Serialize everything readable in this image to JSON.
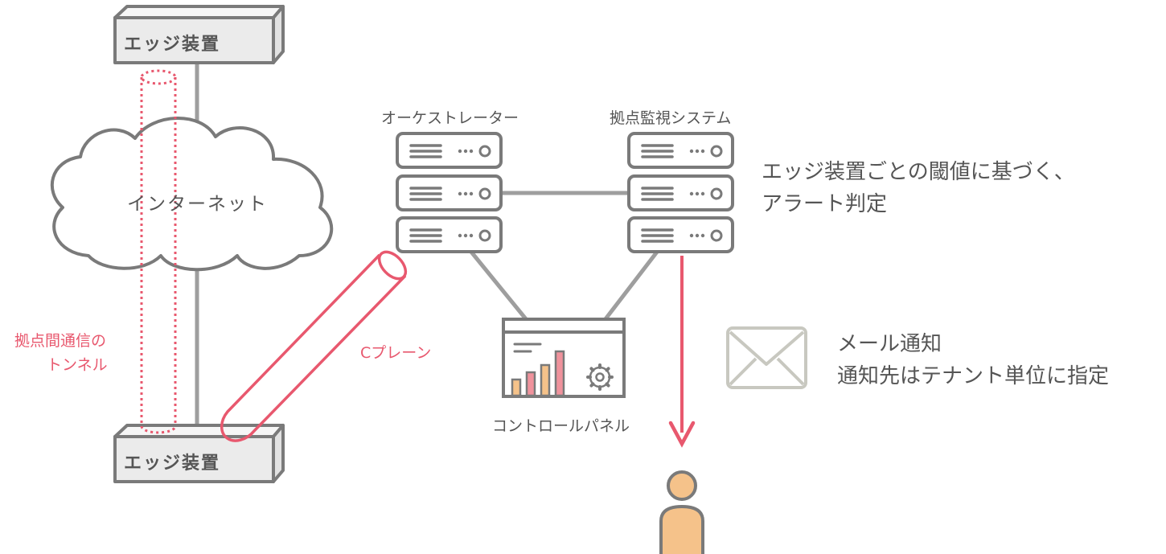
{
  "edge_top": {
    "label": "エッジ装置"
  },
  "edge_bottom": {
    "label": "エッジ装置"
  },
  "internet": {
    "label": "インターネット"
  },
  "tunnel": {
    "label_line1": "拠点間通信の",
    "label_line2": "トンネル"
  },
  "cplane": {
    "label": "Cプレーン"
  },
  "orchestrator": {
    "label": "オーケストレーター"
  },
  "monitor": {
    "label": "拠点監視システム"
  },
  "control_panel": {
    "label": "コントロールパネル"
  },
  "alert_note": {
    "line1": "エッジ装置ごとの閾値に基づく、",
    "line2": "アラート判定"
  },
  "mail_note": {
    "line1": "メール通知",
    "line2": "通知先はテナント単位に指定"
  },
  "colors": {
    "line": "#9e9e9e",
    "icon_stroke": "#7a7a7a",
    "box_fill": "#ebebeb",
    "accent_red": "#e8586e",
    "bar_peach": "#f5c28a",
    "person": "#f5c28a",
    "mail_icon": "#c8c8c0"
  }
}
